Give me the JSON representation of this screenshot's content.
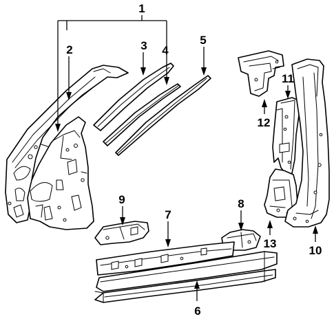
{
  "callouts": [
    {
      "id": "c1",
      "label": "1"
    },
    {
      "id": "c2",
      "label": "2"
    },
    {
      "id": "c3",
      "label": "3"
    },
    {
      "id": "c4",
      "label": "4"
    },
    {
      "id": "c5",
      "label": "5"
    },
    {
      "id": "c6",
      "label": "6"
    },
    {
      "id": "c7",
      "label": "7"
    },
    {
      "id": "c8",
      "label": "8"
    },
    {
      "id": "c9",
      "label": "9"
    },
    {
      "id": "c10",
      "label": "10"
    },
    {
      "id": "c11",
      "label": "11"
    },
    {
      "id": "c12",
      "label": "12"
    },
    {
      "id": "c13",
      "label": "13"
    }
  ],
  "colors": {
    "line": "#000000",
    "background": "#ffffff"
  }
}
